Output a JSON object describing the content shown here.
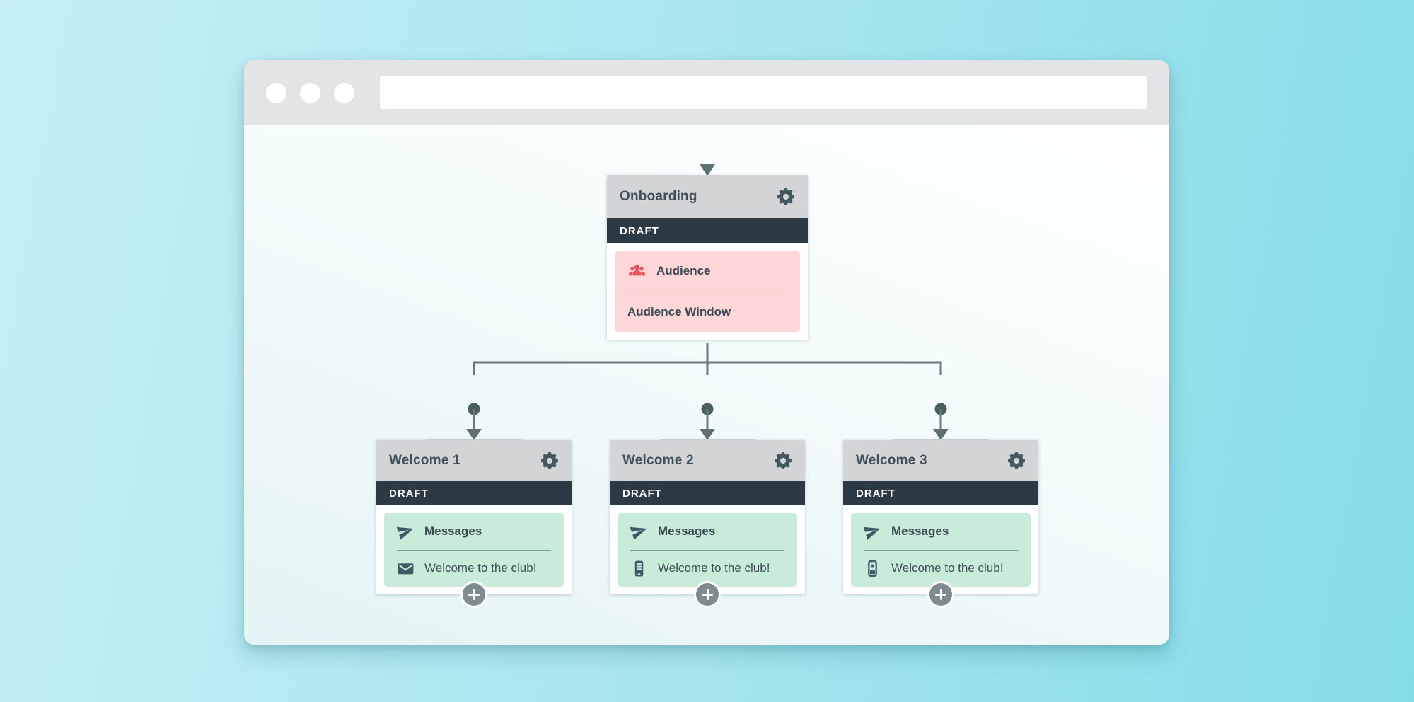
{
  "window": {
    "type": "browser-mockup",
    "control_dots": 3,
    "address_bar": {
      "value": "",
      "placeholder": ""
    }
  },
  "colors": {
    "background_left": "#c6f0f4",
    "background_right": "#85dce8",
    "chrome": "#e3e4e6",
    "card_header": "#d2d4d6",
    "status_bar": "#2c3a45",
    "audience_panel": "#ffd7d9",
    "audience_accent": "#e2545e",
    "messages_panel": "#c9ecda",
    "icon_teal": "#3d5a66",
    "text_dark": "#3b4a52",
    "connector": "#6a797b"
  },
  "flow": {
    "entry": {
      "title": "Onboarding",
      "status": "DRAFT",
      "gear_icon": "gear-icon",
      "panel": {
        "icon": "audience-icon",
        "heading": "Audience",
        "item": "Audience Window"
      }
    },
    "branches": [
      {
        "number": "1",
        "pill_label": "Welcome 1",
        "card": {
          "title": "Welcome 1",
          "status": "DRAFT",
          "gear_icon": "gear-icon",
          "panel": {
            "icon": "paper-plane-icon",
            "heading": "Messages",
            "message_icon": "email-icon",
            "message": "Welcome to the club!"
          },
          "add_icon": "plus-icon"
        }
      },
      {
        "number": "2",
        "pill_label": "Welcome 2",
        "card": {
          "title": "Welcome 2",
          "status": "DRAFT",
          "gear_icon": "gear-icon",
          "panel": {
            "icon": "paper-plane-icon",
            "heading": "Messages",
            "message_icon": "sms-phone-icon",
            "message": "Welcome to the club!"
          },
          "add_icon": "plus-icon"
        }
      },
      {
        "number": "3",
        "pill_label": "Welcome 3",
        "card": {
          "title": "Welcome 3",
          "status": "DRAFT",
          "gear_icon": "gear-icon",
          "panel": {
            "icon": "paper-plane-icon",
            "heading": "Messages",
            "message_icon": "push-notification-icon",
            "message": "Welcome to the club!"
          },
          "add_icon": "plus-icon"
        }
      }
    ]
  }
}
